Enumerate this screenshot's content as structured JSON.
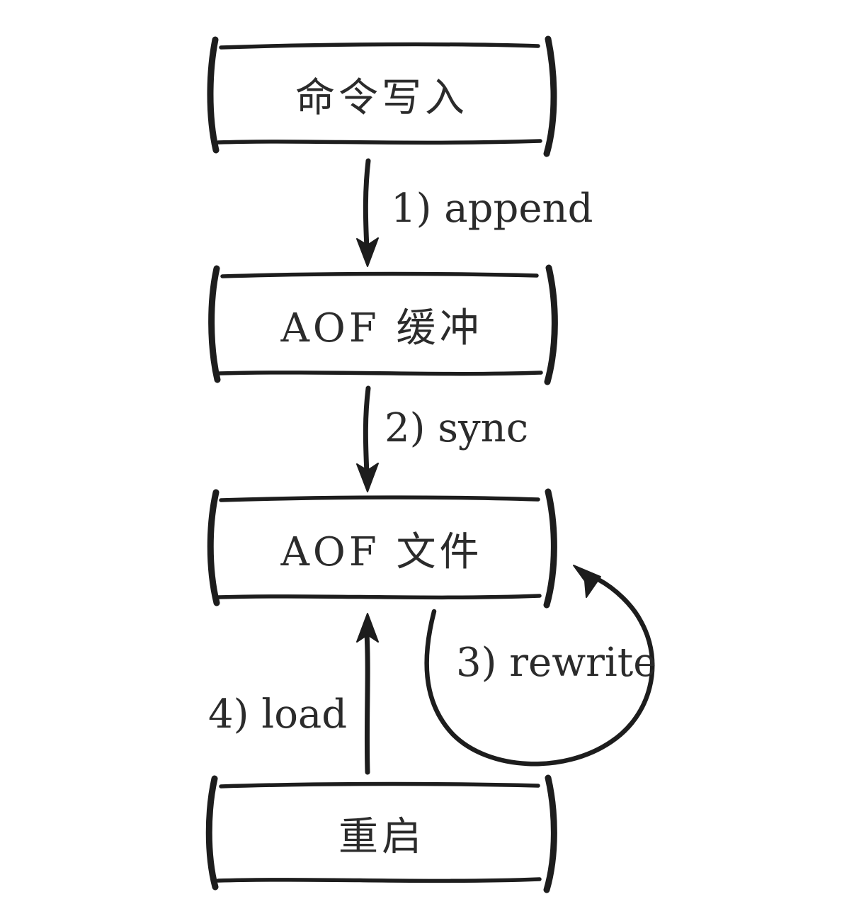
{
  "canvas": {
    "background": "#ffffff",
    "ink_color": "#1d1d1d",
    "text_color": "#2b2b2b"
  },
  "boxes": [
    {
      "id": "command-write",
      "label": "命令写入"
    },
    {
      "id": "aof-buffer",
      "label": "AOF 缓冲"
    },
    {
      "id": "aof-file",
      "label": "AOF 文件"
    },
    {
      "id": "restart",
      "label": "重启"
    }
  ],
  "arrows": [
    {
      "id": "append",
      "label": "1) append",
      "from": "command-write",
      "to": "aof-buffer",
      "shape": "straight-down"
    },
    {
      "id": "sync",
      "label": "2) sync",
      "from": "aof-buffer",
      "to": "aof-file",
      "shape": "straight-down"
    },
    {
      "id": "rewrite",
      "label": "3) rewrite",
      "from": "aof-file",
      "to": "aof-file",
      "shape": "self-loop-right"
    },
    {
      "id": "load",
      "label": "4) load",
      "from": "restart",
      "to": "aof-file",
      "shape": "straight-up"
    }
  ]
}
